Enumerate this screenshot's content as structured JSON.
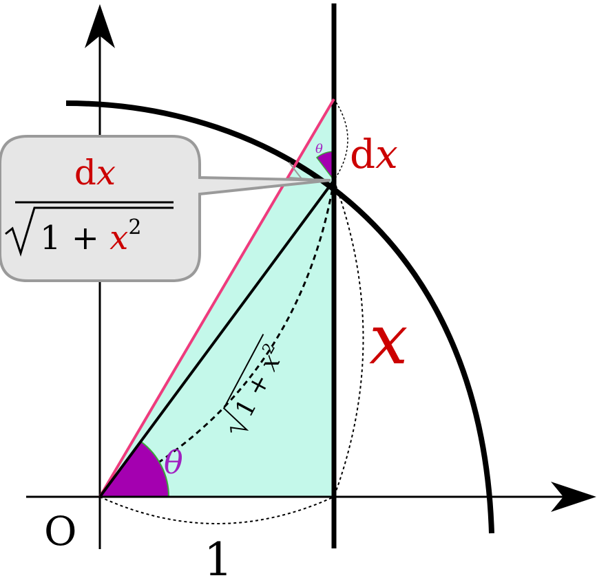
{
  "labels": {
    "origin": "O",
    "one": "1",
    "theta_big": "θ",
    "theta_small": "θ",
    "x_label": "x",
    "dx_d": "d",
    "dx_x": "x",
    "hyp_sqrt_body": "1 + ",
    "hyp_x": "x",
    "hyp_exp": "2",
    "callout_num_d": "d",
    "callout_num_x": "x",
    "callout_den_body": "1 + ",
    "callout_den_x": "x",
    "callout_den_exp": "2"
  },
  "colors": {
    "triangle_fill": "#c4f8ea",
    "angle_fill": "#a400b0",
    "pink_line": "#ee3b7d",
    "label_red": "#cc0000",
    "theta_purple": "#a020c0",
    "callout_fill": "#e6e6e6",
    "callout_stroke": "#9a9a9a"
  }
}
